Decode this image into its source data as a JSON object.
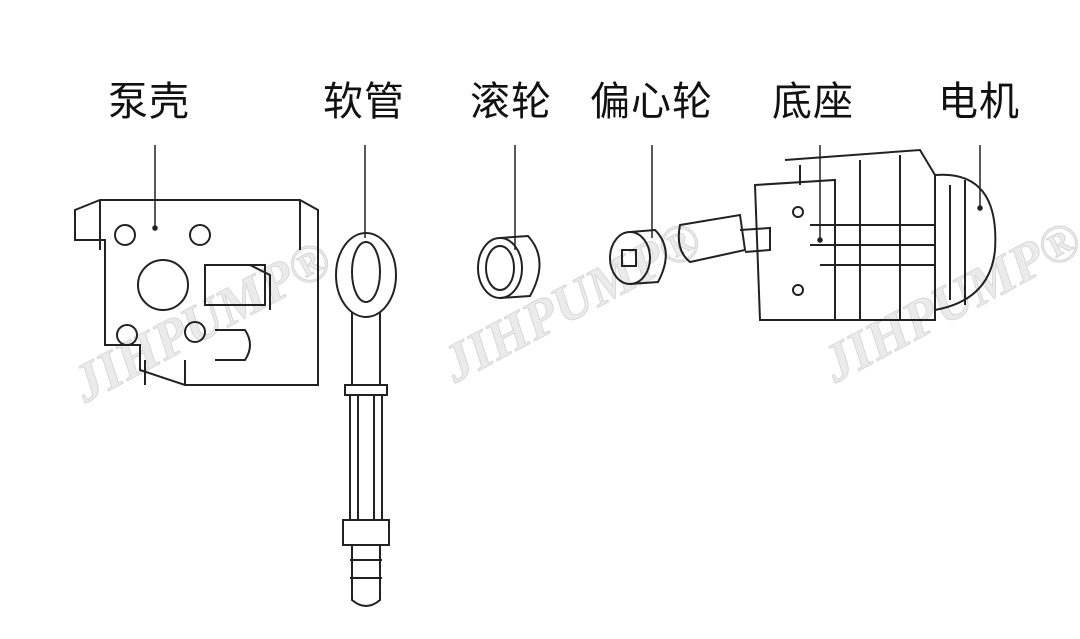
{
  "labels": {
    "pump_housing": "泵壳",
    "hose": "软管",
    "roller": "滚轮",
    "eccentric_wheel": "偏心轮",
    "base": "底座",
    "motor": "电机"
  },
  "watermark": "JIHPUMP®",
  "colors": {
    "line": "#222222",
    "background": "#ffffff"
  }
}
